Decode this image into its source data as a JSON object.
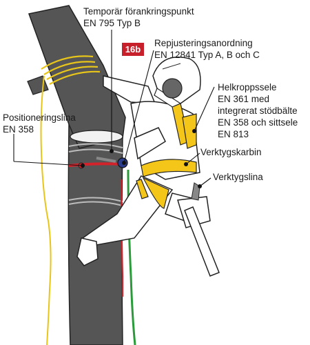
{
  "badge": "16b",
  "labels": {
    "anchor": {
      "line1": "Temporär förankringspunkt",
      "line2": "EN 795 Typ B"
    },
    "adjuster": {
      "line1": "Repjusteringsanordning",
      "line2": "EN 12841 Typ A, B och C"
    },
    "harness": {
      "line1": "Helkroppssele",
      "line2": "EN 361 med",
      "line3": "integrerat stödbälte",
      "line4": "EN 358 och sittsele",
      "line5": "EN 813"
    },
    "positioning": {
      "line1": "Positioneringslina",
      "line2": "EN 358"
    },
    "karabiner": "Verktygskarbin",
    "toollanyard": "Verktygslina"
  },
  "colors": {
    "trunk": "#555555",
    "rope_yellow": "#f2d21c",
    "rope_red": "#d3222a",
    "rope_green": "#2a9a3a",
    "harness_yellow": "#f4c61a",
    "badge_red": "#c8202a"
  }
}
